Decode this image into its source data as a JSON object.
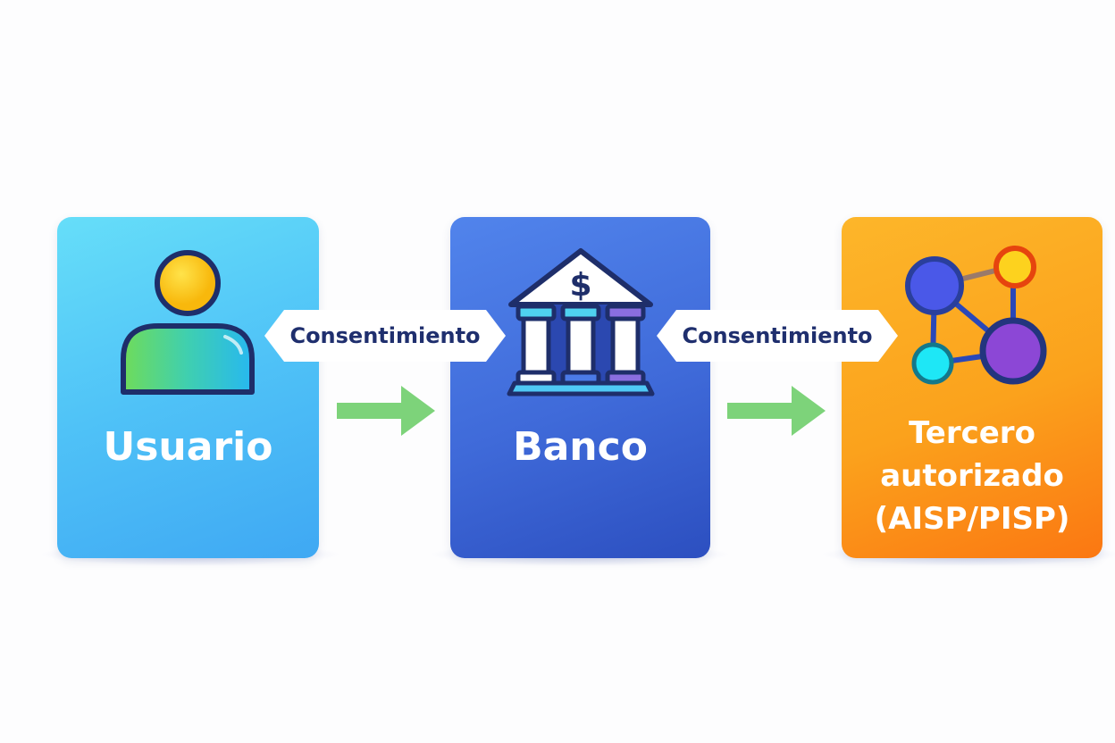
{
  "nodes": [
    {
      "id": "usuario",
      "label": "Usuario",
      "icon": "user-icon",
      "color": "#4fc2f7"
    },
    {
      "id": "banco",
      "label": "Banco",
      "icon": "bank-icon",
      "color": "#3f6ad9"
    },
    {
      "id": "tercero",
      "label_lines": [
        "Tercero",
        "autorizado",
        "(AISP/PISP)"
      ],
      "icon": "network-icon",
      "color": "#fba21c"
    }
  ],
  "edges": [
    {
      "from": "usuario",
      "to": "banco",
      "label": "Consentimiento",
      "arrow_color": "#7dd37a"
    },
    {
      "from": "banco",
      "to": "tercero",
      "label": "Consentimiento",
      "arrow_color": "#7dd37a"
    }
  ],
  "bank_symbol": "$"
}
